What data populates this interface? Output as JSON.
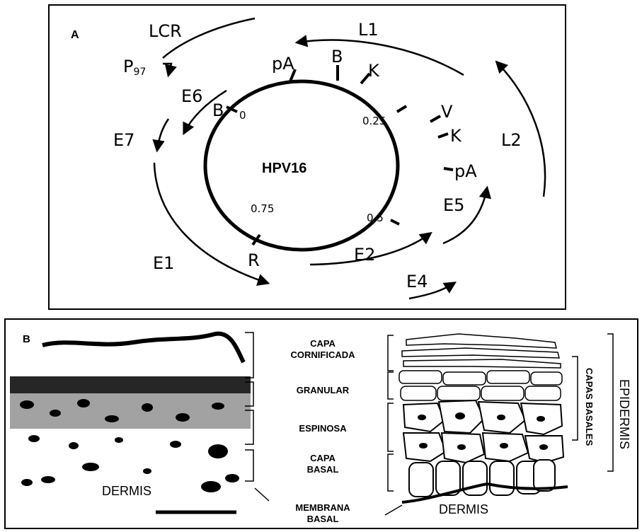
{
  "panel_a": {
    "letter": "A",
    "genome": "HPV16",
    "region_lcr": "LCR",
    "promoter": "P",
    "promoter_sub": "97",
    "genes": {
      "l1": "L1",
      "l2": "L2",
      "e1": "E1",
      "e2": "E2",
      "e4": "E4",
      "e5": "E5",
      "e6": "E6",
      "e7": "E7"
    },
    "sites": {
      "pA_top": "pA",
      "B_top": "B",
      "K_top": "K",
      "V": "V",
      "K_right": "K",
      "pA_right": "pA",
      "B_left": "B",
      "R": "R"
    },
    "positions": {
      "p0": "0",
      "p025": "0.25",
      "p05": "0.5",
      "p075": "0.75"
    }
  },
  "panel_b": {
    "letter": "B",
    "layers": {
      "cornified_1": "CAPA",
      "cornified_2": "CORNIFICADA",
      "granular": "GRANULAR",
      "spinous": "ESPINOSA",
      "basal_1": "CAPA",
      "basal_2": "BASAL",
      "membrane_1": "MEMBRANA",
      "membrane_2": "BASAL"
    },
    "dermis_left": "DERMIS",
    "dermis_right": "DERMIS",
    "suprabasal": "CAPAS BASALES",
    "epidermis": "EPIDERMIS"
  }
}
